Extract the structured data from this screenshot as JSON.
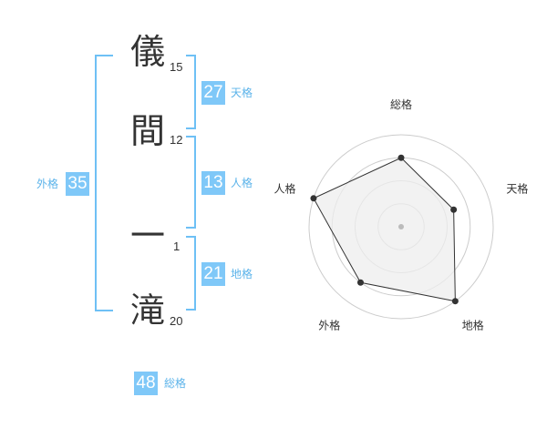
{
  "name_chars": [
    {
      "char": "儀",
      "strokes": "15"
    },
    {
      "char": "間",
      "strokes": "12"
    },
    {
      "char": "一",
      "strokes": "1"
    },
    {
      "char": "滝",
      "strokes": "20"
    }
  ],
  "fortunes": {
    "tenkaku": {
      "value": "27",
      "label": "天格"
    },
    "jinkaku": {
      "value": "13",
      "label": "人格"
    },
    "chikaku": {
      "value": "21",
      "label": "地格"
    },
    "gaikaku": {
      "value": "35",
      "label": "外格"
    },
    "soukaku": {
      "value": "48",
      "label": "総格"
    }
  },
  "chart_data": {
    "type": "radar",
    "axes": [
      "総格",
      "天格",
      "地格",
      "外格",
      "人格"
    ],
    "values": [
      0.75,
      0.6,
      1.0,
      0.75,
      1.0
    ],
    "rings": 4,
    "colors": {
      "fill": "#eeeeee",
      "line": "#333333",
      "ring": "#cccccc",
      "center": "#bbbbbb"
    }
  }
}
